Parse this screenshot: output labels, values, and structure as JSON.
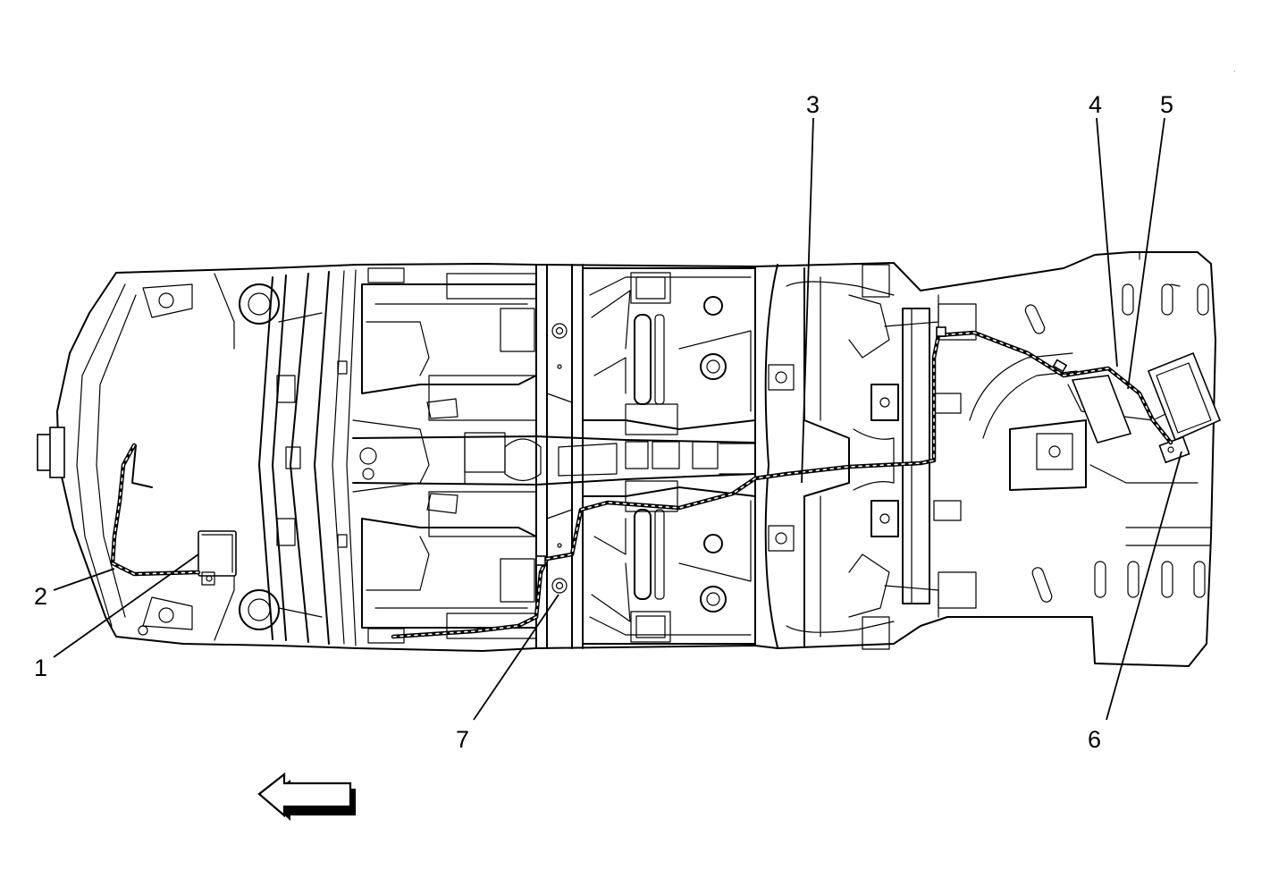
{
  "callouts": {
    "c1": "1",
    "c2": "2",
    "c3": "3",
    "c4": "4",
    "c5": "5",
    "c6": "6",
    "c7": "7"
  },
  "icons": {
    "direction_arrow": "arrow-left-icon"
  },
  "colors": {
    "ink": "#000000",
    "background": "#ffffff"
  }
}
